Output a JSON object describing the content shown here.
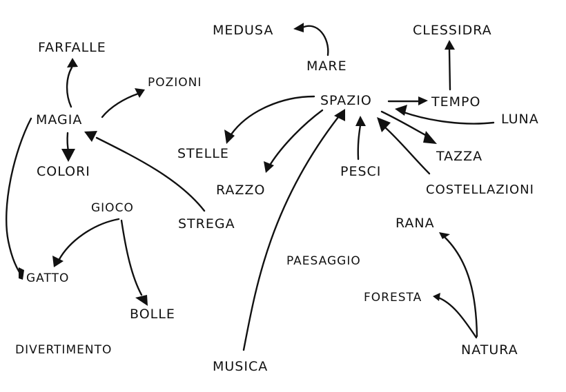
{
  "diagram": {
    "ink_color": "#111111",
    "background": "#ffffff",
    "nodes": {
      "farfalle": "FARFALLE",
      "pozioni": "POZIONI",
      "magia": "MAGIA",
      "colori": "COLORI",
      "gioco": "GIOCO",
      "strega": "STREGA",
      "gatto": "GATTO",
      "bolle": "BOLLE",
      "divertimento": "DIVERTIMENTO",
      "medusa": "MEDUSA",
      "mare": "MARE",
      "spazio": "SPAZIO",
      "tempo": "TEMPO",
      "clessidra": "CLESSIDRA",
      "luna": "LUNA",
      "stelle": "STELLE",
      "razzo": "RAZZO",
      "pesci": "PESCI",
      "tazza": "TAZZA",
      "costellazioni": "COSTELLAZIONI",
      "rana": "RANA",
      "paesaggio": "PAESAGGIO",
      "foresta": "FORESTA",
      "natura": "NATURA",
      "musica": "MUSICA"
    },
    "edges": [
      {
        "from": "magia",
        "to": "farfalle"
      },
      {
        "from": "magia",
        "to": "pozioni"
      },
      {
        "from": "magia",
        "to": "colori"
      },
      {
        "from": "magia",
        "to": "gatto"
      },
      {
        "from": "strega",
        "to": "magia"
      },
      {
        "from": "gioco",
        "to": "gatto"
      },
      {
        "from": "gioco",
        "to": "bolle"
      },
      {
        "from": "mare",
        "to": "medusa"
      },
      {
        "from": "spazio",
        "to": "tempo"
      },
      {
        "from": "tempo",
        "to": "clessidra"
      },
      {
        "from": "luna",
        "to": "spazio"
      },
      {
        "from": "spazio",
        "to": "stelle"
      },
      {
        "from": "spazio",
        "to": "razzo"
      },
      {
        "from": "musica",
        "to": "spazio"
      },
      {
        "from": "pesci",
        "to": "spazio"
      },
      {
        "from": "costellazioni",
        "to": "spazio"
      },
      {
        "from": "spazio",
        "to": "tazza"
      },
      {
        "from": "natura",
        "to": "rana"
      },
      {
        "from": "natura",
        "to": "foresta"
      }
    ]
  }
}
